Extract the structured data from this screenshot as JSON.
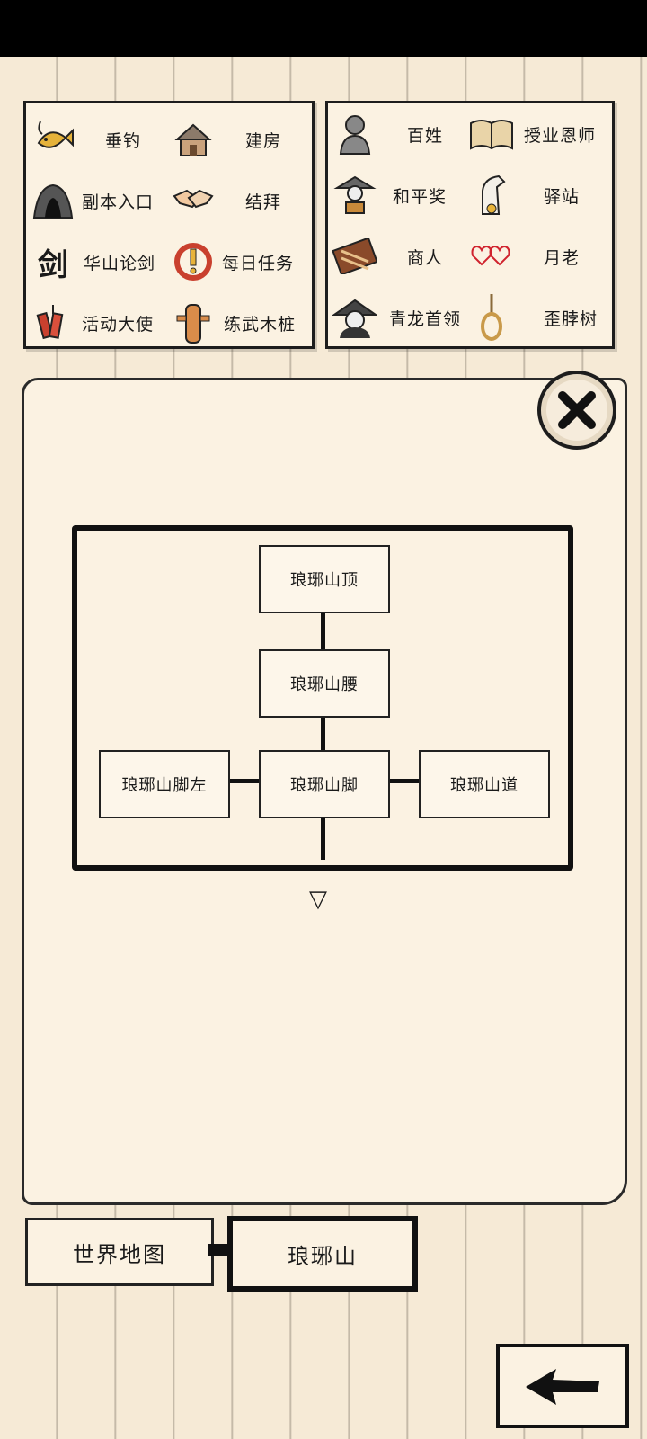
{
  "left_menu": [
    {
      "label": "垂钓",
      "icon": "fish-icon"
    },
    {
      "label": "建房",
      "icon": "house-icon"
    },
    {
      "label": "副本入口",
      "icon": "cave-icon"
    },
    {
      "label": "结拜",
      "icon": "handshake-icon"
    },
    {
      "label": "华山论剑",
      "icon": "sword-glyph-icon"
    },
    {
      "label": "每日任务",
      "icon": "daily-task-icon"
    },
    {
      "label": "活动大使",
      "icon": "firecracker-icon"
    },
    {
      "label": "练武木桩",
      "icon": "wooden-dummy-icon"
    }
  ],
  "right_menu": [
    {
      "label": "百姓",
      "icon": "villager-icon"
    },
    {
      "label": "授业恩师",
      "icon": "book-icon"
    },
    {
      "label": "和平奖",
      "icon": "peace-prize-icon"
    },
    {
      "label": "驿站",
      "icon": "horse-icon"
    },
    {
      "label": "商人",
      "icon": "abacus-icon"
    },
    {
      "label": "月老",
      "icon": "hearts-icon"
    },
    {
      "label": "青龙首领",
      "icon": "boss-icon"
    },
    {
      "label": "歪脖树",
      "icon": "noose-icon"
    }
  ],
  "map": {
    "nodes": {
      "top": "琅琊山顶",
      "waist": "琅琊山腰",
      "foot_left": "琅琊山脚左",
      "foot": "琅琊山脚",
      "road": "琅琊山道"
    },
    "down_marker": "▽"
  },
  "tabs": {
    "world": "世界地图",
    "current": "琅琊山"
  },
  "colors": {
    "paper": "#fbf2e2",
    "ink": "#111111",
    "background": "#f6ead6"
  }
}
